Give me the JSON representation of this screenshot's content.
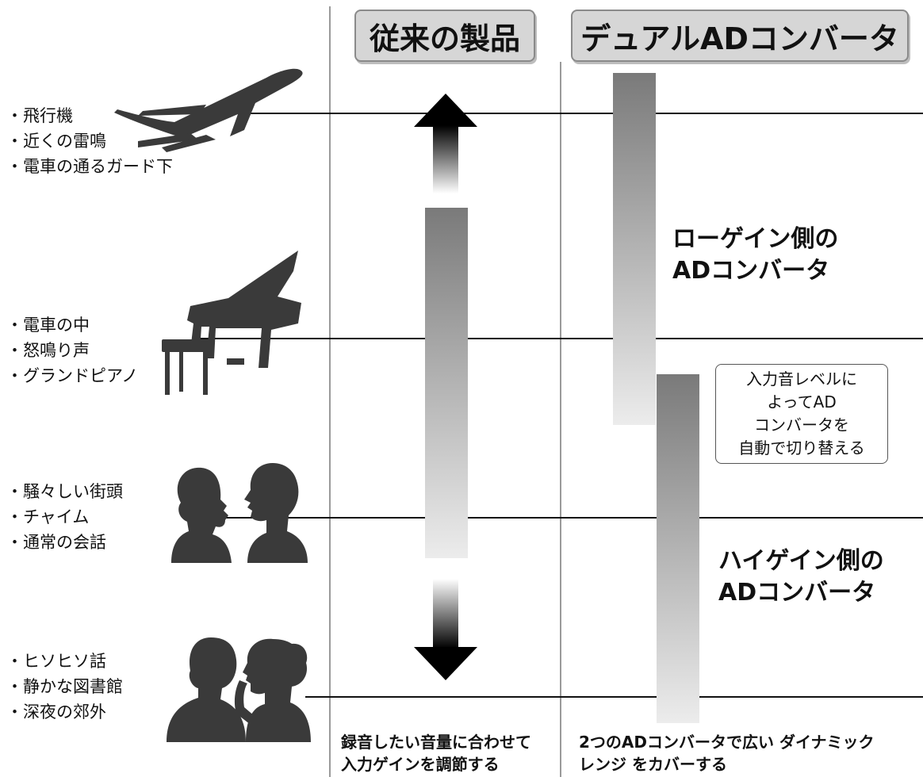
{
  "headers": {
    "conventional": "従来の製品",
    "dual": "デュアルADコンバータ"
  },
  "levels": [
    {
      "items": [
        "飛行機",
        "近くの雷鳴",
        "電車の通るガード下"
      ],
      "icon": "airplane-icon"
    },
    {
      "items": [
        "電車の中",
        "怒鳴り声",
        "グランドピアノ"
      ],
      "icon": "grand-piano-icon"
    },
    {
      "items": [
        "騒々しい街頭",
        "チャイム",
        "通常の会話"
      ],
      "icon": "conversation-icon"
    },
    {
      "items": [
        "ヒソヒソ話",
        "静かな図書館",
        "深夜の郊外"
      ],
      "icon": "whisper-icon"
    }
  ],
  "labels": {
    "low_gain": [
      "ローゲイン側の",
      "ADコンバータ"
    ],
    "high_gain": [
      "ハイゲイン側の",
      "ADコンバータ"
    ],
    "auto_switch": [
      "入力音レベルに",
      "よってAD",
      "コンバータを",
      "自動で切り替える"
    ]
  },
  "captions": {
    "conventional": [
      "録音したい音量に合わせて",
      "入力ゲインを調節する"
    ],
    "dual": [
      "2つのADコンバータで広い ダイナミック",
      "レンジ をカバーする"
    ]
  },
  "colors": {
    "bar_dark": "#7a7a7a",
    "bar_light": "#ececec",
    "header_bg": "#d6d6d6",
    "silhouette": "#3a3a3a"
  }
}
